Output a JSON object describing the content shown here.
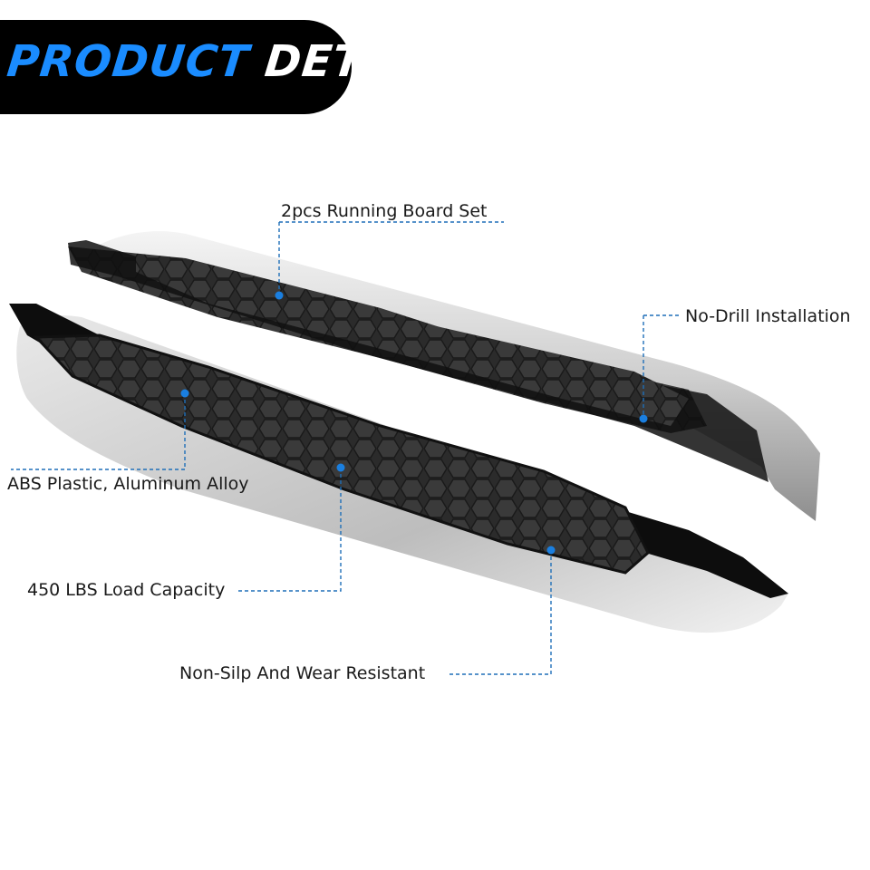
{
  "banner": {
    "word1": "PRODUCT",
    "word2": "DETAILS"
  },
  "colors": {
    "accent": "#1a8cff",
    "banner_bg": "#000000",
    "leader_line": "#1f6fb8"
  },
  "callouts": {
    "running_board_set": "2pcs Running Board Set",
    "no_drill": "No-Drill Installation",
    "material": "ABS Plastic, Aluminum Alloy",
    "load_capacity": "450 LBS Load Capacity",
    "non_slip": "Non-Silp And Wear Resistant"
  }
}
